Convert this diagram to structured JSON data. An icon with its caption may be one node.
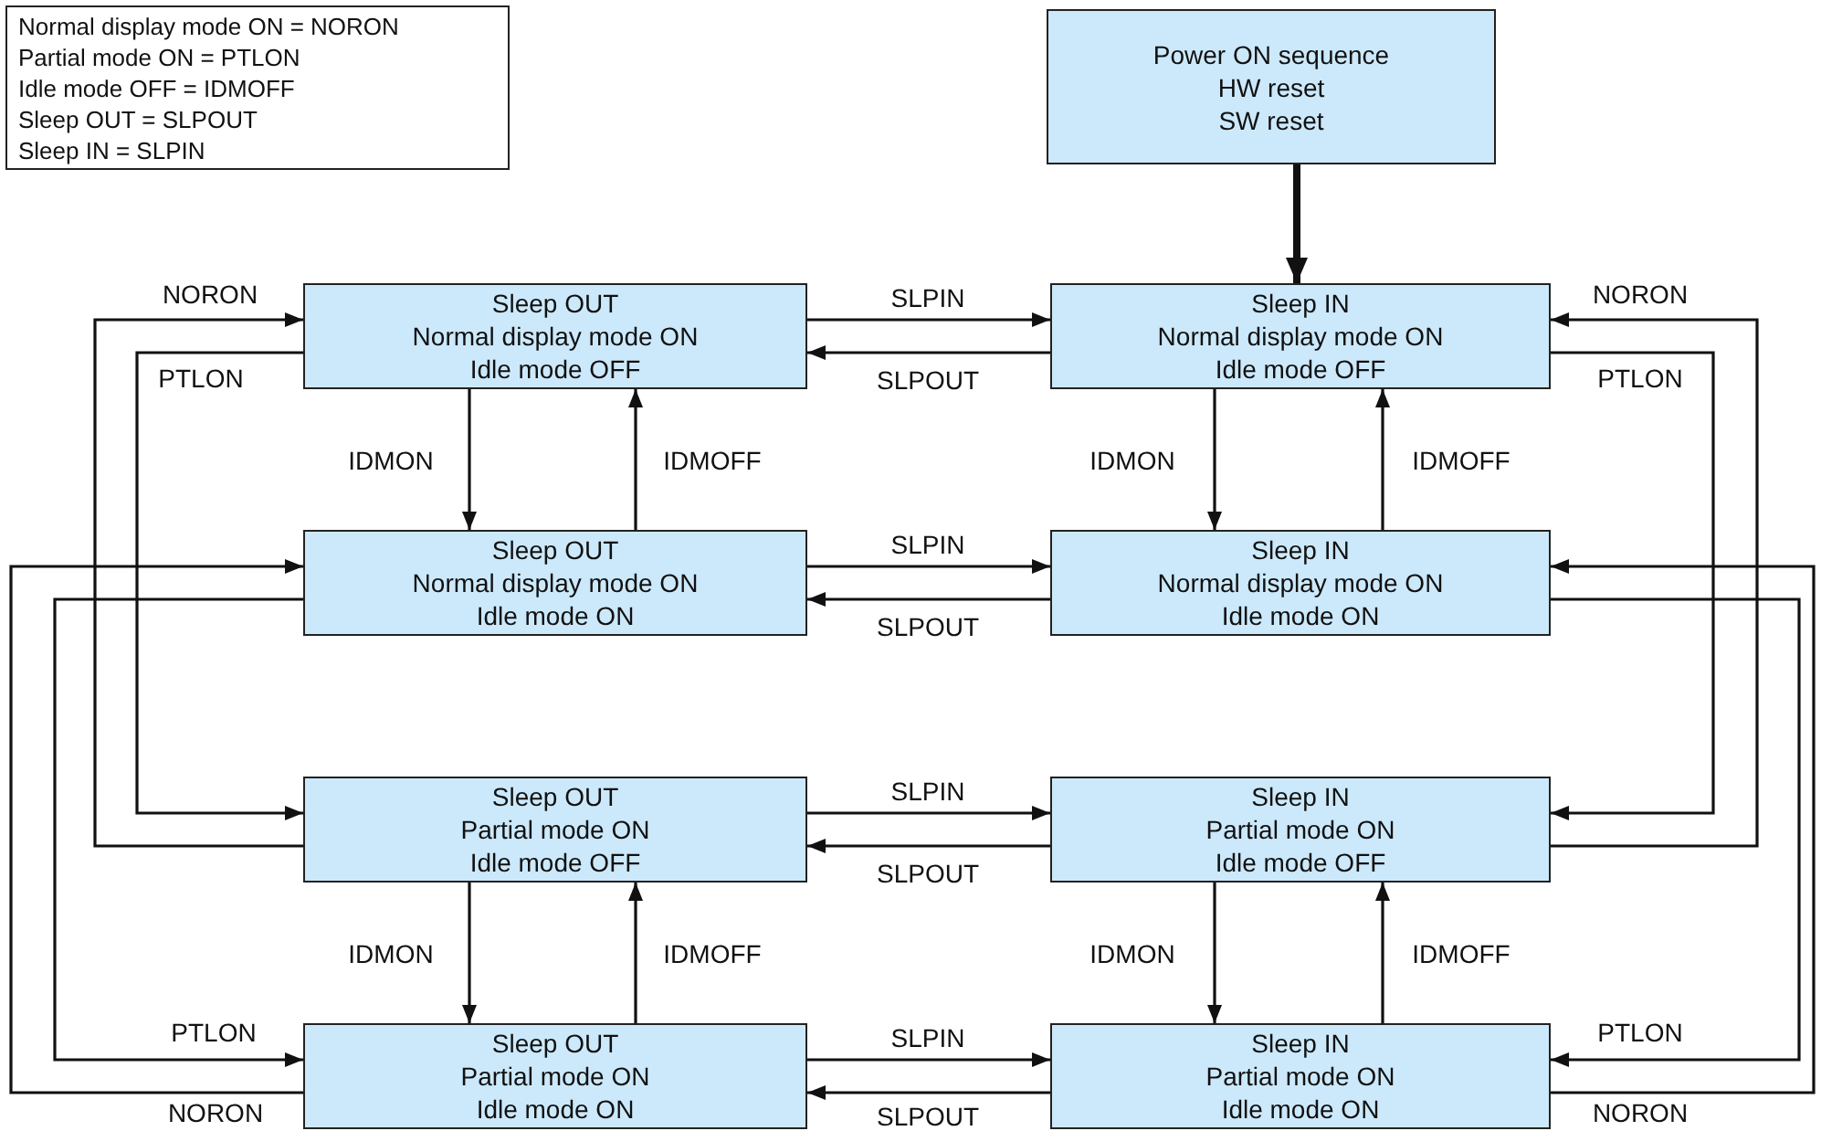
{
  "diagram": {
    "nodes": [
      {
        "text": [
          "Normal display mode ON = NORON",
          "Partial mode ON = PTLON",
          "Idle mode OFF = IDMOFF",
          "Sleep OUT = SLPOUT",
          "Sleep IN = SLPIN"
        ]
      },
      {
        "text": [
          "Power ON sequence",
          "HW reset",
          "SW reset"
        ]
      },
      {
        "text": [
          "Sleep OUT",
          "Normal display mode ON",
          "Idle mode OFF"
        ]
      },
      {
        "text": [
          "Sleep IN",
          "Normal display mode ON",
          "Idle mode OFF"
        ]
      },
      {
        "text": [
          "Sleep OUT",
          "Normal display mode ON",
          "Idle mode ON"
        ]
      },
      {
        "text": [
          "Sleep IN",
          "Normal display mode ON",
          "Idle mode ON"
        ]
      },
      {
        "text": [
          "Sleep OUT",
          "Partial mode ON",
          "Idle mode OFF"
        ]
      },
      {
        "text": [
          "Sleep IN",
          "Partial mode ON",
          "Idle mode OFF"
        ]
      },
      {
        "text": [
          "Sleep OUT",
          "Partial mode ON",
          "Idle mode ON"
        ]
      },
      {
        "text": [
          "Sleep IN",
          "Partial mode ON",
          "Idle mode ON"
        ]
      }
    ],
    "edges": [
      {
        "from": 1,
        "to": 3,
        "arrow": "to",
        "style": "thick"
      },
      {
        "from": 2,
        "to": 3,
        "arrow": "to",
        "label": "SLPIN"
      },
      {
        "from": 3,
        "to": 2,
        "arrow": "to",
        "label": "SLPOUT"
      },
      {
        "from": 2,
        "to": 4,
        "arrow": "to",
        "label": "IDMON"
      },
      {
        "from": 4,
        "to": 2,
        "arrow": "to",
        "label": "IDMOFF"
      },
      {
        "from": 3,
        "to": 5,
        "arrow": "to",
        "label": "IDMON"
      },
      {
        "from": 5,
        "to": 3,
        "arrow": "to",
        "label": "IDMOFF"
      },
      {
        "from": 4,
        "to": 5,
        "arrow": "to",
        "label": "SLPIN"
      },
      {
        "from": 5,
        "to": 4,
        "arrow": "to",
        "label": "SLPOUT"
      },
      {
        "from": 6,
        "to": 7,
        "arrow": "to",
        "label": "SLPIN"
      },
      {
        "from": 7,
        "to": 6,
        "arrow": "to",
        "label": "SLPOUT"
      },
      {
        "from": 6,
        "to": 8,
        "arrow": "to",
        "label": "IDMON"
      },
      {
        "from": 8,
        "to": 6,
        "arrow": "to",
        "label": "IDMOFF"
      },
      {
        "from": 7,
        "to": 9,
        "arrow": "to",
        "label": "IDMON"
      },
      {
        "from": 9,
        "to": 7,
        "arrow": "to",
        "label": "IDMOFF"
      },
      {
        "from": 8,
        "to": 9,
        "arrow": "to",
        "label": "SLPIN"
      },
      {
        "from": 9,
        "to": 8,
        "arrow": "to",
        "label": "SLPOUT"
      },
      {
        "from": 6,
        "to": 2,
        "arrow": "to",
        "label": "NORON"
      },
      {
        "from": 2,
        "to": 6,
        "arrow": "to",
        "label": "PTLON"
      },
      {
        "from": 8,
        "to": 4,
        "arrow": "to",
        "label": "NORON"
      },
      {
        "from": 4,
        "to": 8,
        "arrow": "to",
        "label": "PTLON"
      },
      {
        "from": 7,
        "to": 3,
        "arrow": "to",
        "label": "NORON"
      },
      {
        "from": 3,
        "to": 7,
        "arrow": "to",
        "label": "PTLON"
      },
      {
        "from": 9,
        "to": 5,
        "arrow": "to",
        "label": "NORON"
      },
      {
        "from": 5,
        "to": 9,
        "arrow": "to",
        "label": "PTLON"
      }
    ]
  }
}
